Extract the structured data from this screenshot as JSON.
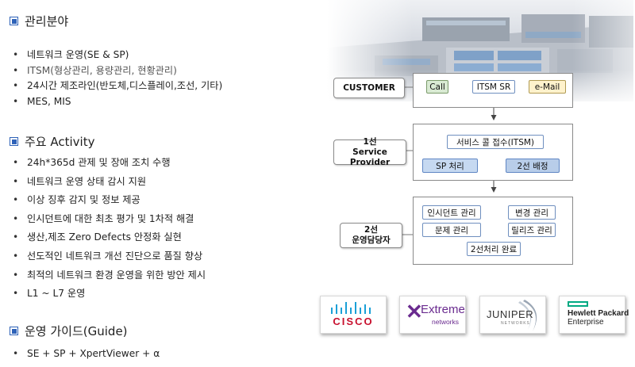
{
  "sections": {
    "management": {
      "title": "관리분야",
      "items": [
        "네트워크 운영(SE & SP)",
        "ITSM(형상관리, 용량관리, 현황관리)",
        "24시간 제조라인(반도체,디스플레이,조선, 기타)",
        "MES, MIS"
      ]
    },
    "activity": {
      "title": "주요 Activity",
      "items": [
        "24h*365d 관제 및 장애 조치 수행",
        "네트워크 운영 상태 감시 지원",
        "이상 징후 감지 및 정보 제공",
        "인시던트에 대한 최초 평가 및 1차적 해결",
        "생산,제조 Zero Defects 안정화 실현",
        "선도적인 네트워크 개선 진단으로 품질 향상",
        "최적의 네트워크 환경 운영을 위한 방안 제시",
        "L1 ~ L7 운영"
      ]
    },
    "guide": {
      "title": "운영 가이드(Guide)",
      "items": [
        "SE + SP + XpertViewer + α"
      ]
    }
  },
  "diagram": {
    "customer": {
      "label": "CUSTOMER",
      "channels": [
        "Call",
        "ITSM SR",
        "e-Mail"
      ]
    },
    "tier1": {
      "label_line1": "1선",
      "label_line2": "Service Provider",
      "nodes": {
        "intake": "서비스 콜 접수(ITSM)",
        "sp": "SP 처리",
        "assign": "2선 배정"
      }
    },
    "tier2": {
      "label_line1": "2선",
      "label_line2": "운영담당자",
      "nodes": {
        "incident": "인시던트 관리",
        "change": "변경 관리",
        "problem": "문제 관리",
        "release": "릴리즈 관리",
        "done": "2선처리 완료"
      }
    }
  },
  "logos": {
    "cisco": "CISCO",
    "extreme": "Extreme",
    "extreme_sub": "networks",
    "juniper": "JUNIPER",
    "juniper_sub": "NETWORKS",
    "hpe_line1": "Hewlett Packard",
    "hpe_line2": "Enterprise"
  },
  "colors": {
    "bullet_square": "#2e62b8",
    "cisco_red": "#c8102e",
    "cisco_blue": "#1ba0d7",
    "extreme_purple": "#6a2b8f",
    "hpe_green": "#01a982"
  }
}
